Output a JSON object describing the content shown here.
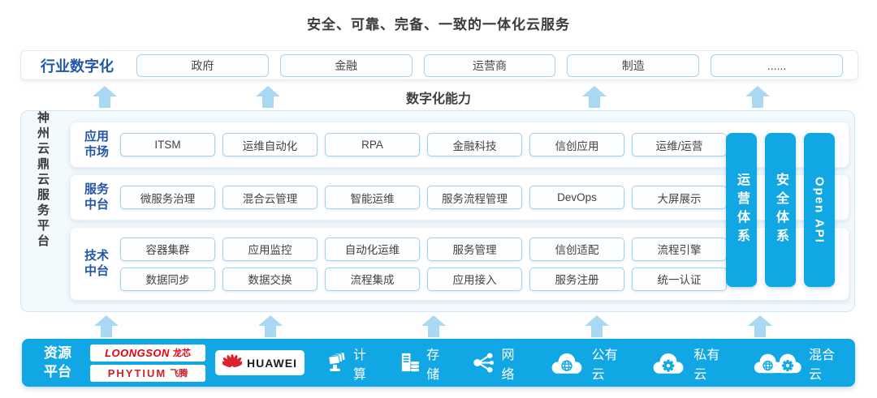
{
  "title": "安全、可靠、完备、一致的一体化云服务",
  "industry_row": {
    "label": "行业数字化",
    "items": [
      "政府",
      "金融",
      "运营商",
      "制造",
      "......"
    ]
  },
  "capability_label": "数字化能力",
  "platform": {
    "side_title": "神州云鼎云服务平台",
    "rows": [
      {
        "label": "应用市场",
        "groups": [
          [
            "ITSM",
            "运维自动化",
            "RPA",
            "金融科技",
            "信创应用",
            "运维/运营"
          ]
        ]
      },
      {
        "label": "服务中台",
        "groups": [
          [
            "微服务治理",
            "混合云管理",
            "智能运维",
            "服务流程管理",
            "DevOps",
            "大屏展示"
          ]
        ]
      },
      {
        "label": "技术中台",
        "groups": [
          [
            "容器集群",
            "应用监控",
            "自动化运维",
            "服务管理",
            "信创适配",
            "流程引擎"
          ],
          [
            "数据同步",
            "数据交换",
            "流程集成",
            "应用接入",
            "服务注册",
            "统一认证"
          ]
        ]
      }
    ],
    "bars": [
      "运营体系",
      "安全体系",
      "Open API"
    ]
  },
  "resource_bar": {
    "label": "资源平台",
    "vendors": [
      {
        "brand": "LOONGSON",
        "suffix": "龙芯"
      },
      {
        "brand": "PHYTIUM",
        "suffix": "飞腾"
      },
      {
        "brand": "HUAWEI",
        "suffix": ""
      }
    ],
    "resources": [
      {
        "icon": "compute-icon",
        "label": "计算"
      },
      {
        "icon": "storage-icon",
        "label": "存储"
      },
      {
        "icon": "network-icon",
        "label": "网络"
      },
      {
        "icon": "public-cloud-icon",
        "label": "公有云"
      },
      {
        "icon": "private-cloud-icon",
        "label": "私有云"
      },
      {
        "icon": "hybrid-cloud-icon",
        "label": "混合云"
      }
    ]
  },
  "colors": {
    "accent_blue": "#10a7e4",
    "arrow_blue": "#a9d8f3",
    "label_blue": "#2456a6",
    "loongson_red": "#e60012",
    "huawei_red": "#d8242f",
    "dark_text": "#3d3d3d"
  }
}
